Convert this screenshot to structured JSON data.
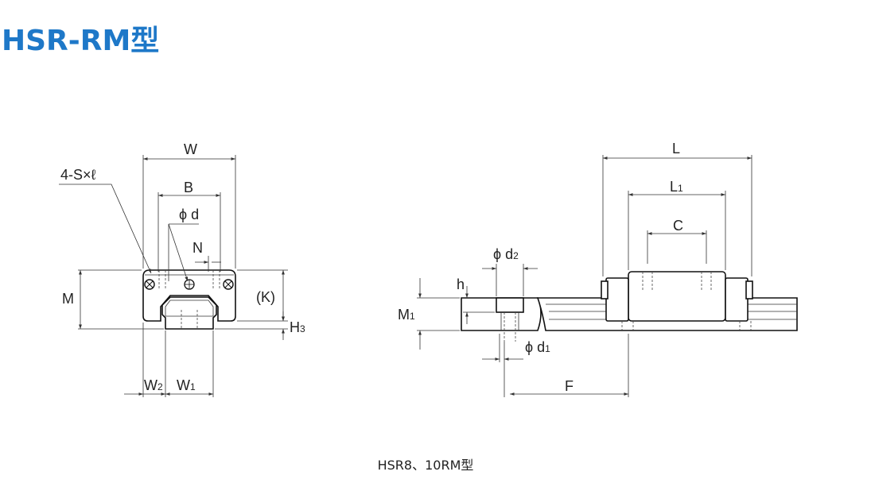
{
  "title": {
    "text": "HSR-RM型",
    "color": "#1e78c8"
  },
  "caption": "HSR8、10RM型",
  "labels": {
    "w": "W",
    "s": "4-S×ℓ",
    "b": "B",
    "phi_d": "ϕ d",
    "n": "N",
    "m": "M",
    "k": "(K)",
    "h3": "H",
    "h3_sub": "3",
    "w2": "W",
    "w2_sub": "2",
    "w1": "W",
    "w1_sub": "1",
    "l": "L",
    "l1": "L",
    "l1_sub": "1",
    "c": "C",
    "phi_d2": "ϕ d",
    "phi_d2_sub": "2",
    "h": "h",
    "m1": "M",
    "m1_sub": "1",
    "phi_d1": "ϕ d",
    "phi_d1_sub": "1",
    "f": "F"
  }
}
